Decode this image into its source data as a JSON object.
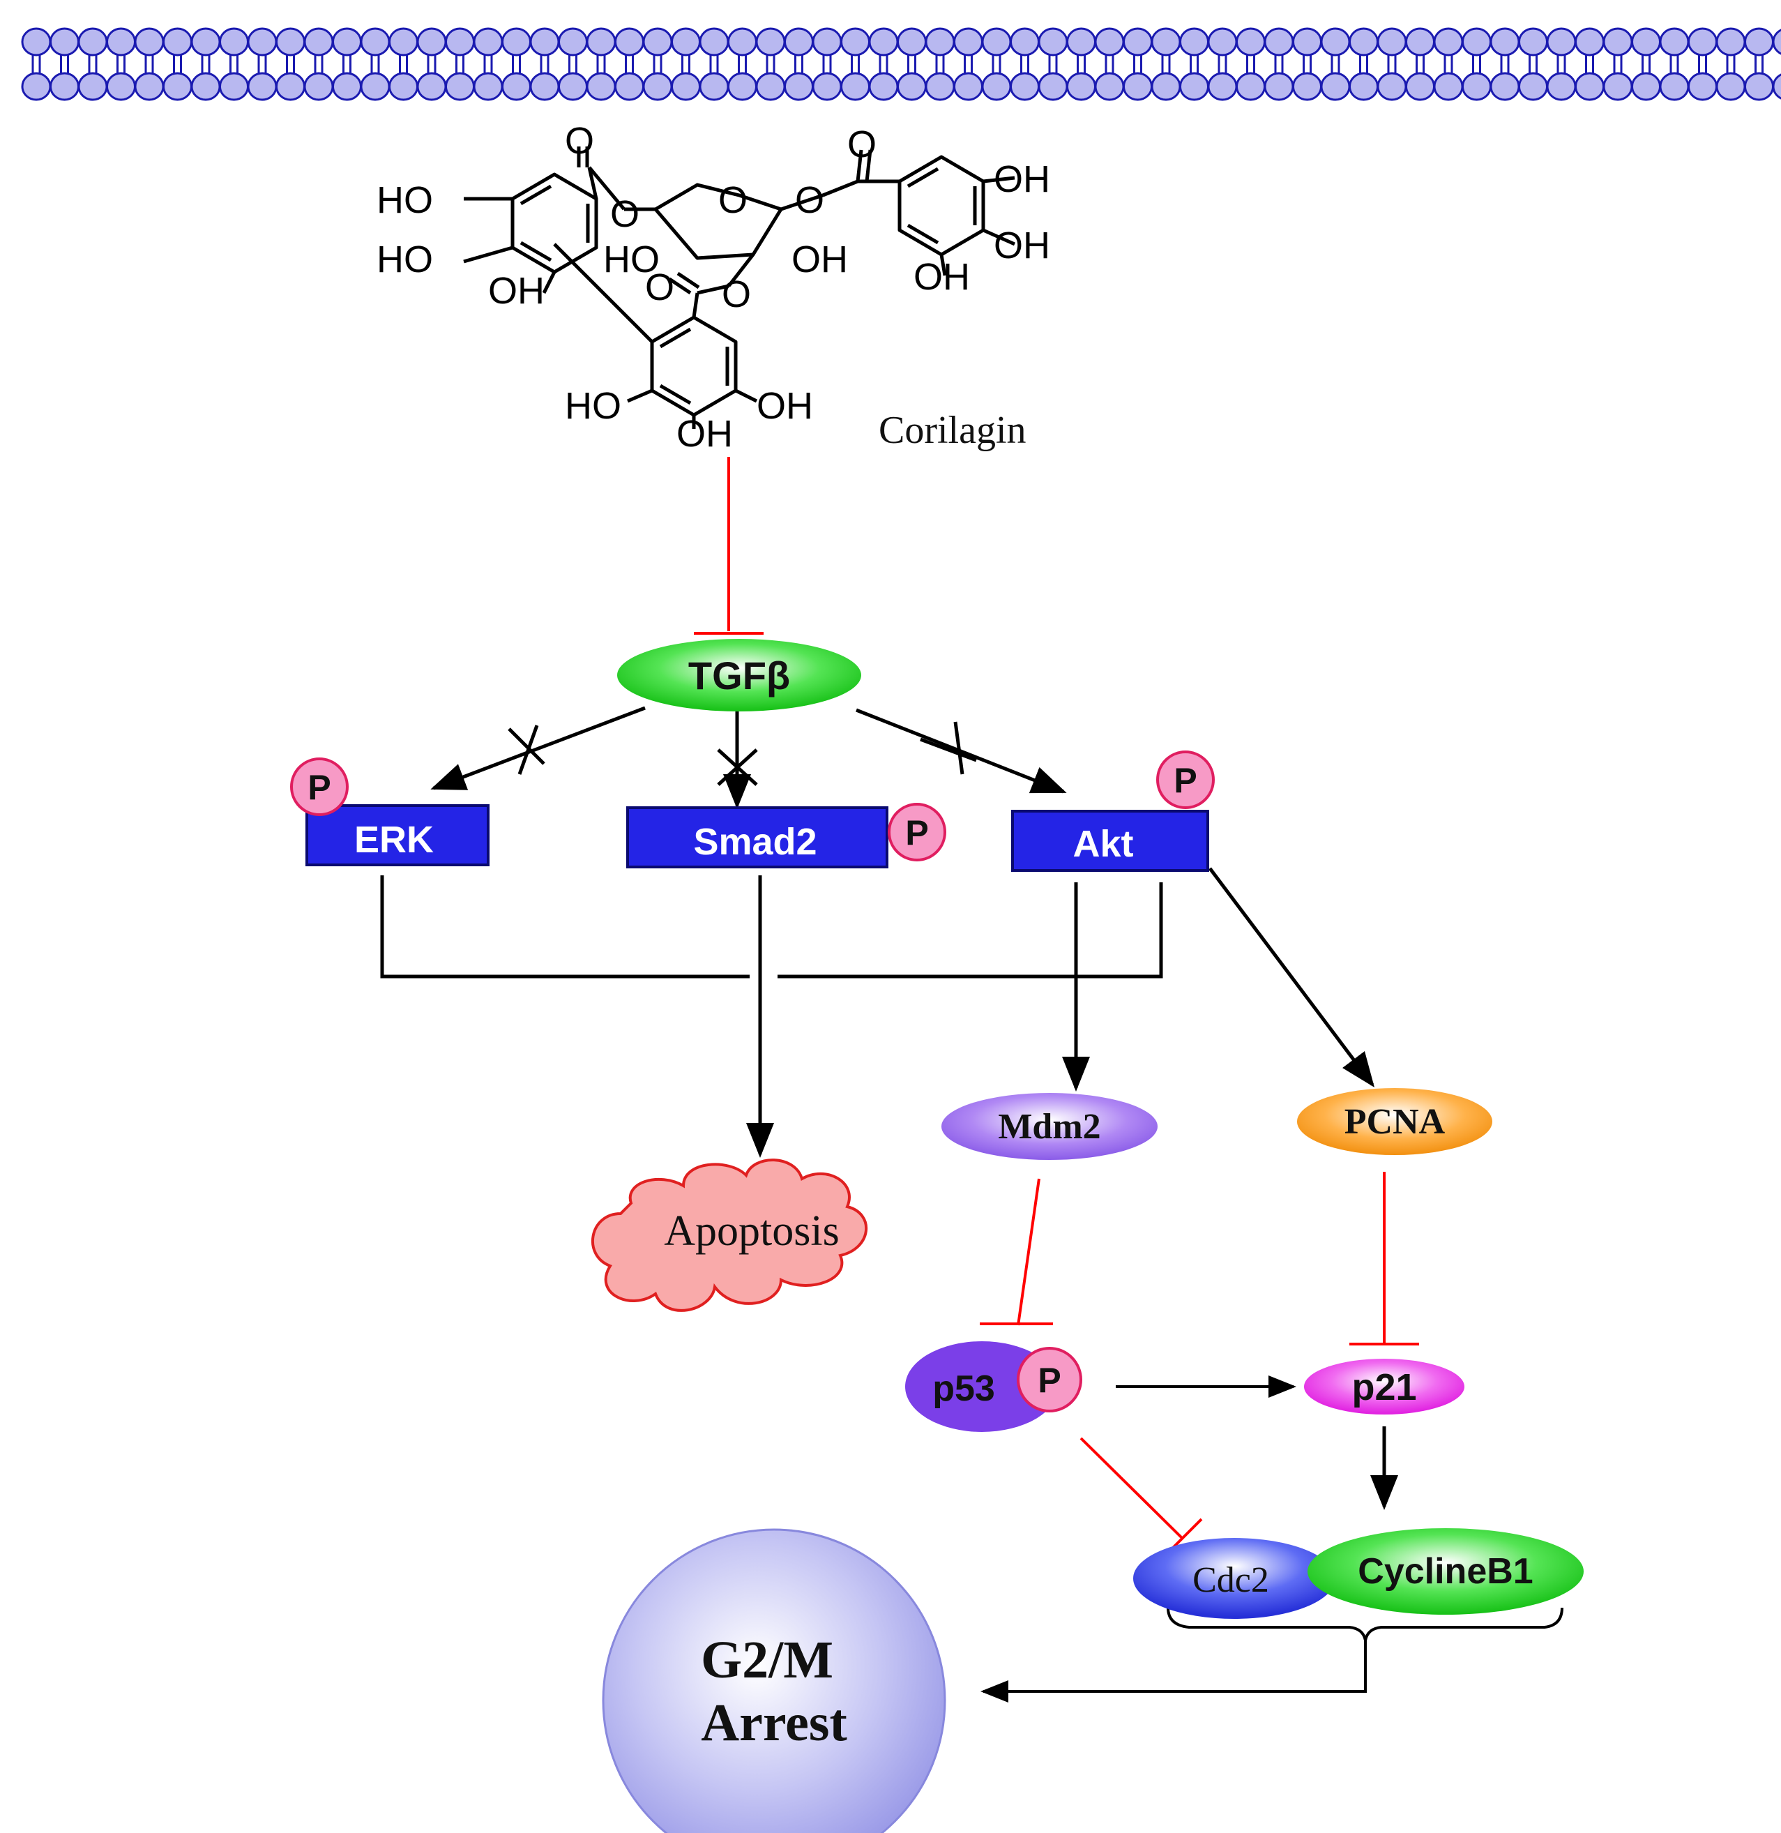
{
  "colors": {
    "activation": "#000000",
    "inhibition": "#ff0000",
    "kinase_box": "#2424e6",
    "phospho": "#f79ac6",
    "membrane": "#b8b8f0"
  },
  "compound": {
    "name": "Corilagin",
    "groups": {
      "hydroxyl": "OH",
      "hydroxyl_left": "HO",
      "ring_oxygen": "O"
    }
  },
  "nodes": {
    "tgfb": "TGFβ",
    "erk": "ERK",
    "smad2": "Smad2",
    "akt": "Akt",
    "mdm2": "Mdm2",
    "pcna": "PCNA",
    "apoptosis": "Apoptosis",
    "p53": "p53",
    "p21": "p21",
    "cdc2": "Cdc2",
    "cyclinb1": "CyclineB1",
    "arrest_line1": "G2/M",
    "arrest_line2": "Arrest"
  },
  "phospho_label": "P"
}
